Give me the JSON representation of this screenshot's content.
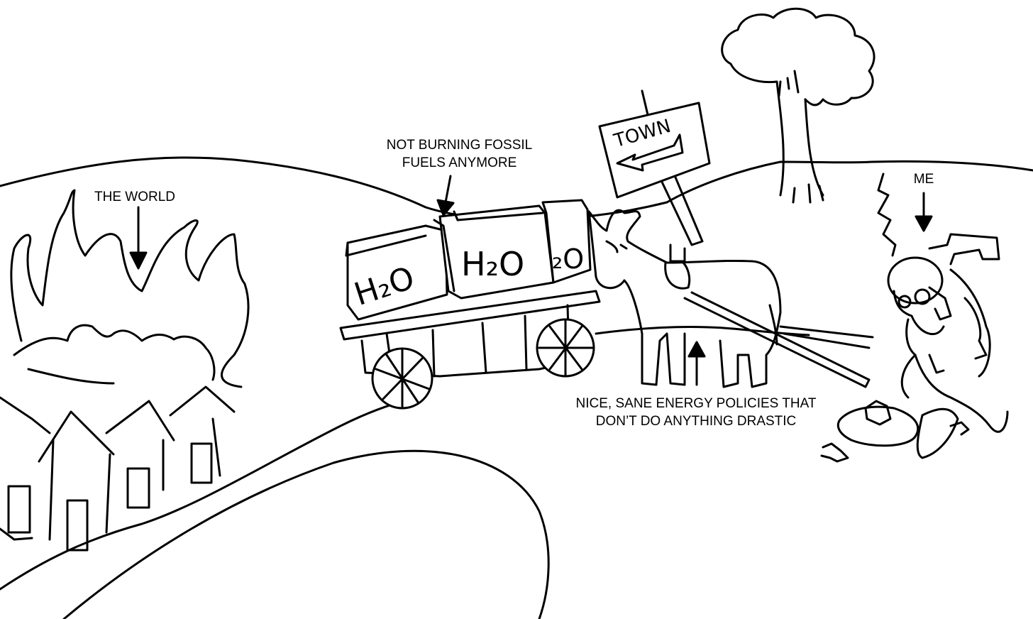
{
  "captions": {
    "world": "THE WORLD",
    "fossil_line1": "NOT BURNING FOSSIL",
    "fossil_line2": "FUELS ANYMORE",
    "me": "ME",
    "policies_line1": "NICE, SANE ENERGY POLICIES THAT",
    "policies_line2": "DON’T DO ANYTHING DRASTIC"
  },
  "sign": {
    "text": "TOWN"
  },
  "barrels": {
    "left": "H₂O",
    "middle": "H₂O",
    "right": "₂O"
  }
}
